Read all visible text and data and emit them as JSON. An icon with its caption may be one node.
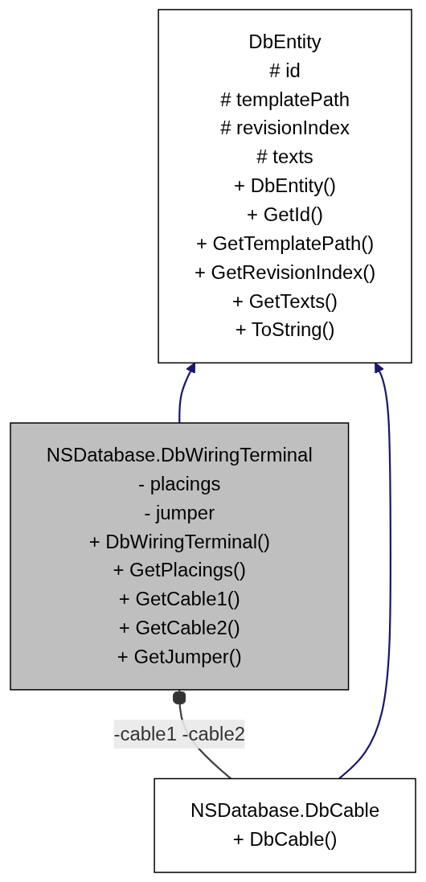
{
  "diagram": {
    "nodes": [
      {
        "text": [
          "DbEntity",
          "# id",
          "# templatePath",
          "# revisionIndex",
          "# texts",
          "+ DbEntity()",
          "+ GetId()",
          "+ GetTemplatePath()",
          "+ GetRevisionIndex()",
          "+ GetTexts()",
          "+ ToString()"
        ]
      },
      {
        "text": [
          "NSDatabase.DbCable",
          "+ DbCable()"
        ]
      },
      {
        "text": [
          "NSDatabase.DbWiringTerminal",
          "- placings",
          "- jumper",
          "+ DbWiringTerminal()",
          "+ GetPlacings()",
          "+ GetCable1()",
          "+ GetCable2()",
          "+ GetJumper()"
        ]
      }
    ],
    "edges": [
      {
        "from": 2,
        "to": 0,
        "arrow": "to"
      },
      {
        "from": 1,
        "to": 0,
        "arrow": "to"
      },
      {
        "from": 1,
        "to": 2,
        "arrow": "other",
        "label": "-cable1 -cable2",
        "color": "#404040"
      }
    ]
  }
}
